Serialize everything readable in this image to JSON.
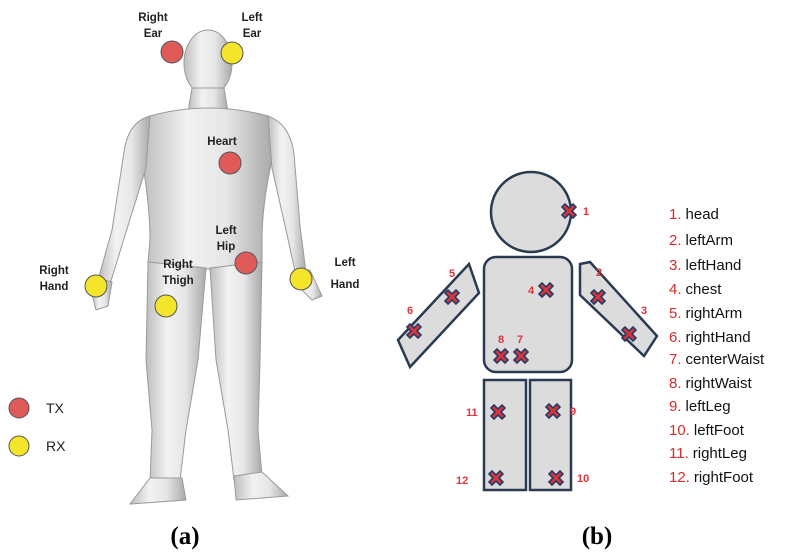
{
  "panel_a": {
    "caption": "(a)",
    "sensors": [
      {
        "id": "right-ear",
        "lines": [
          "Right",
          "Ear"
        ],
        "type": "TX"
      },
      {
        "id": "left-ear",
        "lines": [
          "Left",
          "Ear"
        ],
        "type": "RX"
      },
      {
        "id": "heart",
        "lines": [
          "Heart"
        ],
        "type": "TX"
      },
      {
        "id": "left-hip",
        "lines": [
          "Left",
          "Hip"
        ],
        "type": "TX"
      },
      {
        "id": "right-hand",
        "lines": [
          "Right",
          "Hand"
        ],
        "type": "RX"
      },
      {
        "id": "right-thigh",
        "lines": [
          "Right",
          "Thigh"
        ],
        "type": "RX"
      },
      {
        "id": "left-hand",
        "lines": [
          "Left",
          "Hand"
        ],
        "type": "RX"
      }
    ],
    "legend": [
      {
        "label": "TX",
        "color": "#e05a5a"
      },
      {
        "label": "RX",
        "color": "#f5e52a"
      }
    ]
  },
  "panel_b": {
    "caption": "(b)",
    "markers": [
      {
        "num": "1"
      },
      {
        "num": "2"
      },
      {
        "num": "3"
      },
      {
        "num": "4"
      },
      {
        "num": "5"
      },
      {
        "num": "6"
      },
      {
        "num": "7"
      },
      {
        "num": "8"
      },
      {
        "num": "9"
      },
      {
        "num": "10"
      },
      {
        "num": "11"
      },
      {
        "num": "12"
      }
    ],
    "list": [
      {
        "num": "1.",
        "name": "head"
      },
      {
        "num": "2.",
        "name": "leftArm"
      },
      {
        "num": "3.",
        "name": "leftHand"
      },
      {
        "num": "4.",
        "name": "chest"
      },
      {
        "num": "5.",
        "name": "rightArm"
      },
      {
        "num": "6.",
        "name": "rightHand"
      },
      {
        "num": "7.",
        "name": "centerWaist"
      },
      {
        "num": "8.",
        "name": "rightWaist"
      },
      {
        "num": "9.",
        "name": "leftLeg"
      },
      {
        "num": "10.",
        "name": "leftFoot"
      },
      {
        "num": "11.",
        "name": "rightLeg"
      },
      {
        "num": "12.",
        "name": "rightFoot"
      }
    ]
  },
  "colors": {
    "tx": "#e05a5a",
    "rx": "#f5e52a",
    "marker": "#d9343b",
    "outline": "#2a3a52"
  }
}
